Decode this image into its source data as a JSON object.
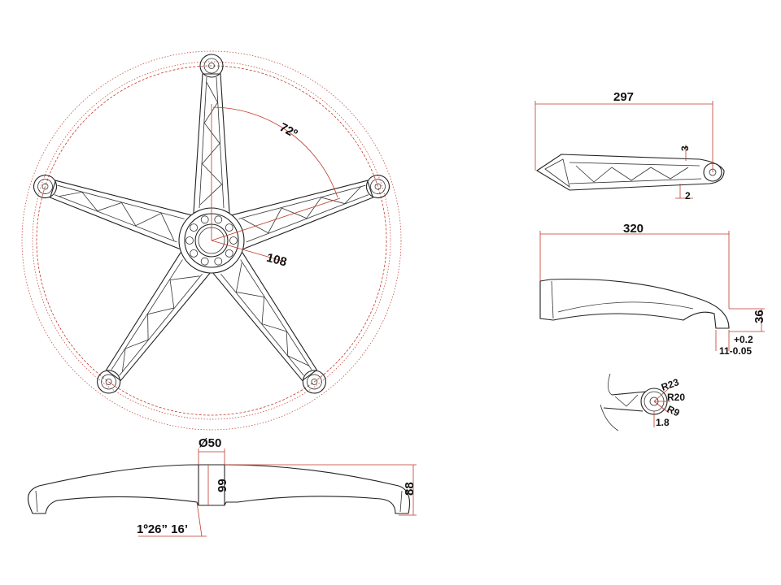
{
  "colors": {
    "outline": "#222222",
    "dimension": "#c0392b",
    "background": "#ffffff"
  },
  "top_view": {
    "angle_label": "72º",
    "radius_label": "108"
  },
  "arm_side_view": {
    "length_label": "297",
    "thickness_label_a": "3",
    "thickness_label_b": "2"
  },
  "arm_profile_view": {
    "length_label": "320",
    "height_label": "36",
    "tolerance_upper": "+0.2",
    "tolerance_lower": "11-0.05"
  },
  "caster_detail": {
    "r_outer": "R23",
    "r_mid": "R20",
    "r_inner": "R9",
    "wall": "1.8"
  },
  "base_side_view": {
    "hub_diameter": "Ø50",
    "hub_height": "99",
    "overall_height": "88",
    "taper_angle": "1º26” 16’"
  }
}
